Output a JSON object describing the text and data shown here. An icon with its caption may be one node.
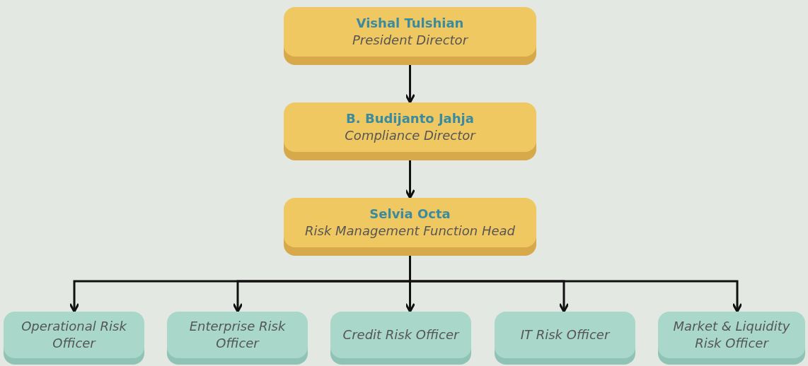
{
  "diagram": {
    "nodes": [
      {
        "text": [
          "Vishal Tulshian",
          "President Director"
        ]
      },
      {
        "text": [
          "B. Budijanto Jahja",
          "Compliance Director"
        ]
      },
      {
        "text": [
          "Selvia Octa",
          "Risk Management Function Head"
        ]
      },
      {
        "text": [
          "Operational Risk Officer"
        ]
      },
      {
        "text": [
          "Enterprise Risk Officer"
        ]
      },
      {
        "text": [
          "Credit Risk Officer"
        ]
      },
      {
        "text": [
          "IT Risk Officer"
        ]
      },
      {
        "text": [
          "Market & Liquidity Risk Officer"
        ]
      }
    ],
    "edges": [
      {
        "from": 0,
        "to": 1,
        "arrow": "to"
      },
      {
        "from": 1,
        "to": 2,
        "arrow": "to"
      },
      {
        "from": 2,
        "to": 3,
        "arrow": "to"
      },
      {
        "from": 2,
        "to": 4,
        "arrow": "to"
      },
      {
        "from": 2,
        "to": 5,
        "arrow": "to"
      },
      {
        "from": 2,
        "to": 6,
        "arrow": "to"
      },
      {
        "from": 2,
        "to": 7,
        "arrow": "to"
      }
    ]
  }
}
